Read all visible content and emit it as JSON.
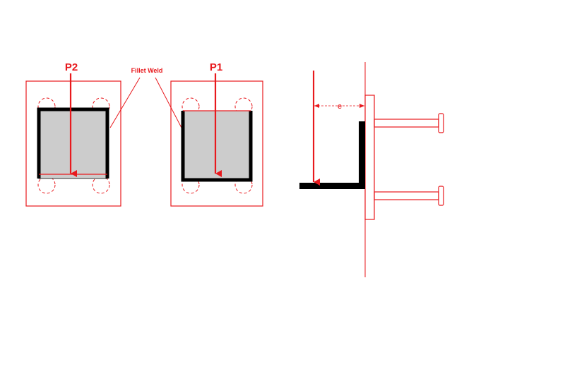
{
  "labels": {
    "p2": "P2",
    "p1": "P1",
    "fillet_weld": "Fillet Weld",
    "eccentricity": "e"
  },
  "colors": {
    "red": "#e8191d",
    "steel": "#cccccc",
    "black": "#000000"
  }
}
